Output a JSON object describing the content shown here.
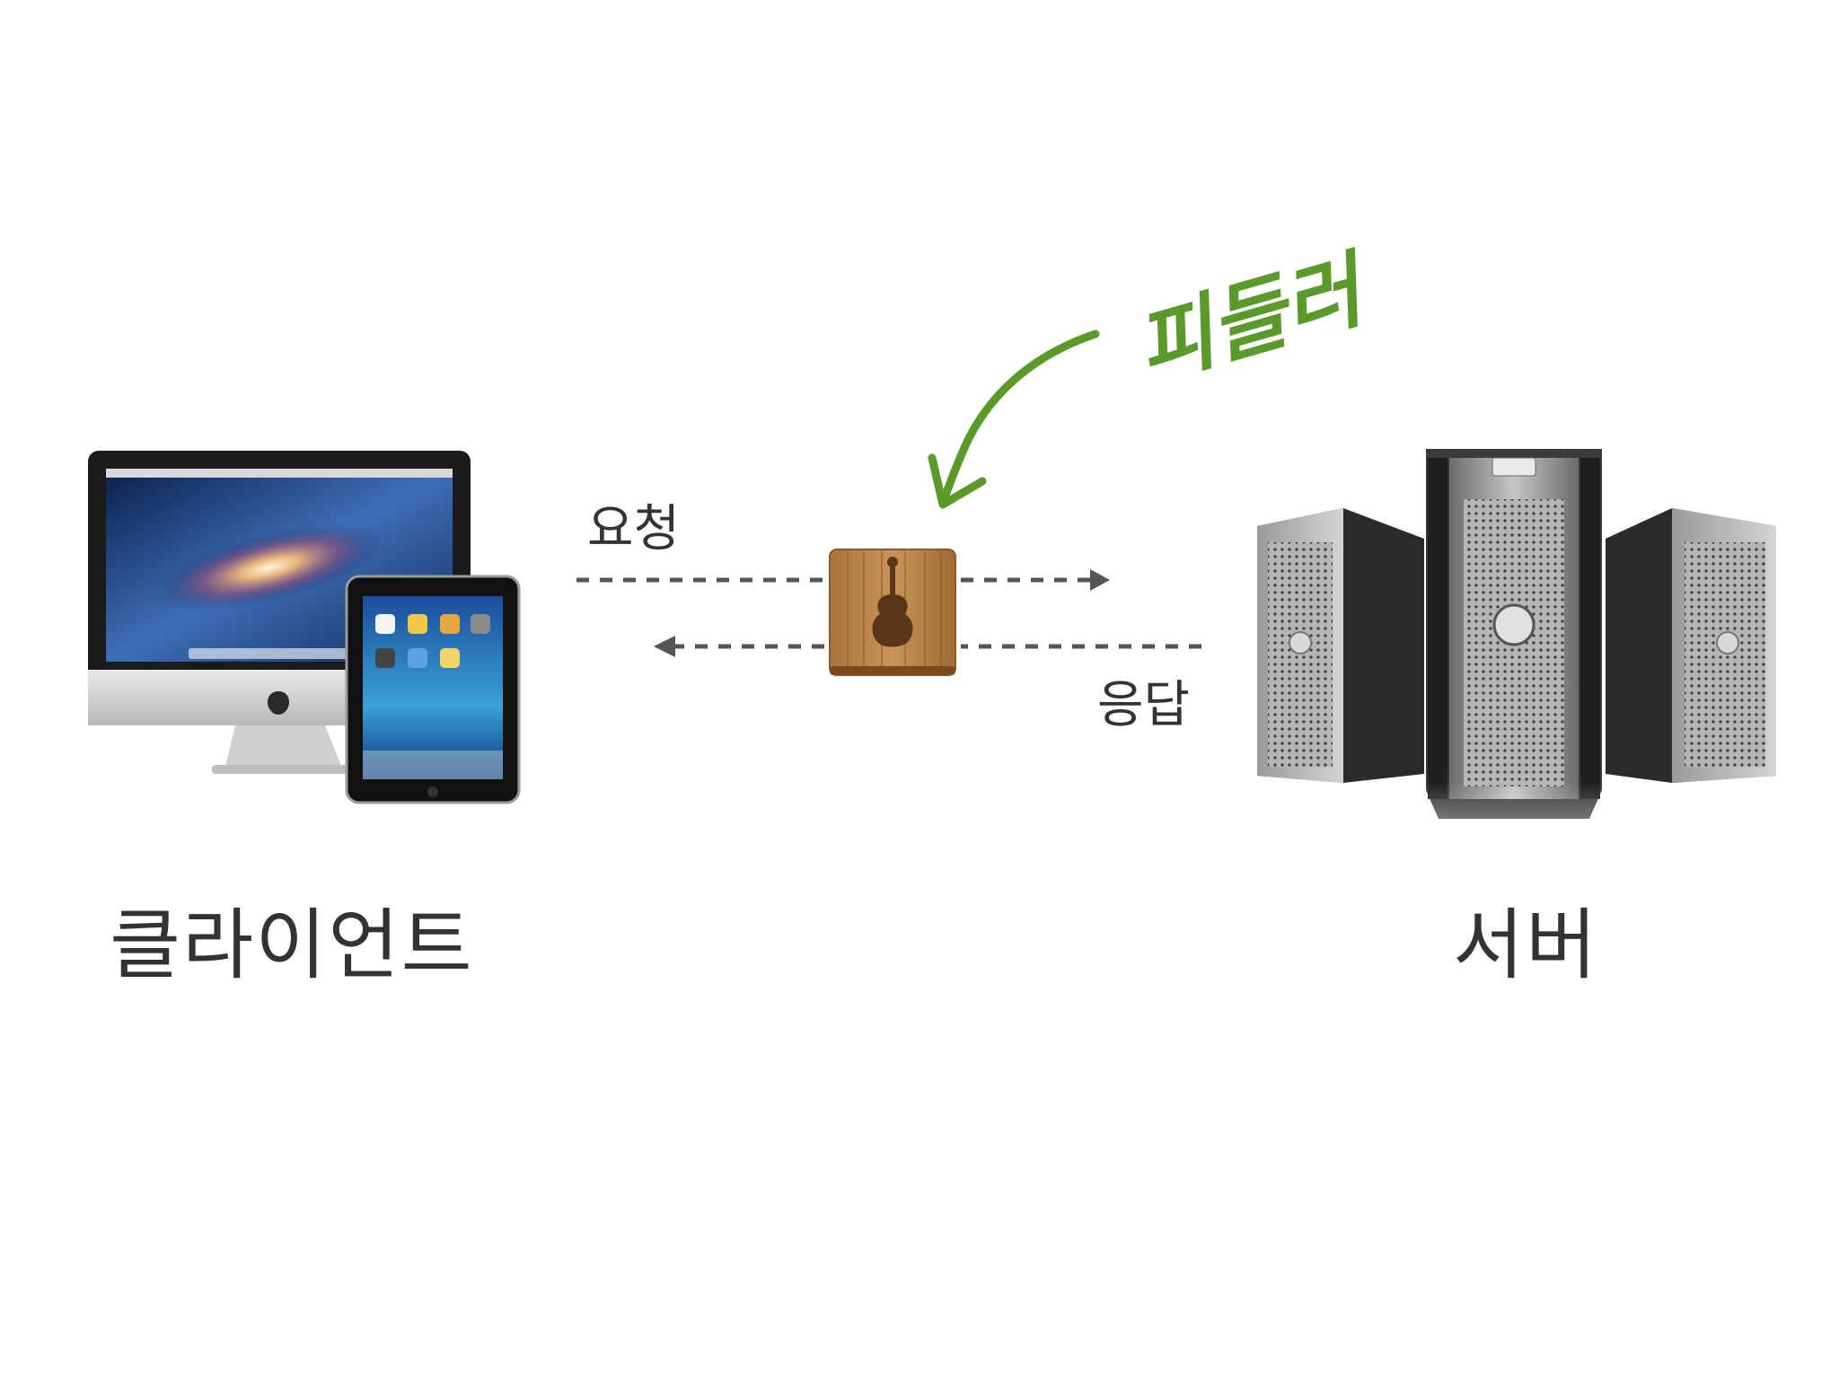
{
  "diagram": {
    "nodes": {
      "client": {
        "label": "클라이언트"
      },
      "server": {
        "label": "서버"
      },
      "proxy": {
        "icon": "violin-icon"
      }
    },
    "edges": {
      "request": {
        "label": "요청",
        "from": "client",
        "to": "server",
        "style": "dashed"
      },
      "response": {
        "label": "응답",
        "from": "server",
        "to": "client",
        "style": "dashed"
      }
    },
    "annotation": {
      "label": "피들러",
      "points_to": "proxy"
    }
  },
  "colors": {
    "text": "#333333",
    "arrow": "#555555",
    "annotation": "#5a9a2a",
    "wood": "#b8864a"
  }
}
